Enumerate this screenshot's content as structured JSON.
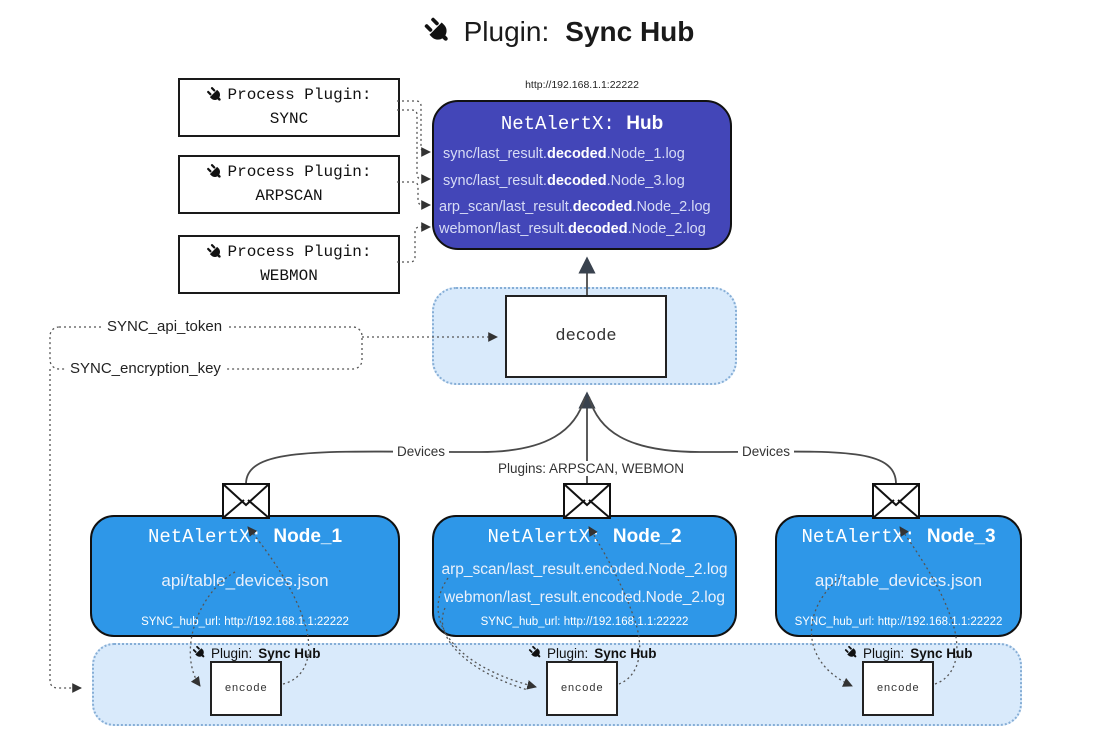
{
  "title": {
    "prefix": "Plugin:",
    "name": "Sync Hub"
  },
  "hub": {
    "url": "http://192.168.1.1:22222",
    "title_prefix": "NetAlertX:",
    "title_name": "Hub",
    "lines": [
      {
        "pre": "sync/last_result.",
        "bold": "decoded",
        "post": ".Node_1.log"
      },
      {
        "pre": "sync/last_result.",
        "bold": "decoded",
        "post": ".Node_3.log"
      },
      {
        "pre": "arp_scan/last_result.",
        "bold": "decoded",
        "post": ".Node_2.log"
      },
      {
        "pre": "webmon/last_result.",
        "bold": "decoded",
        "post": ".Node_2.log"
      }
    ]
  },
  "process_plugins": [
    {
      "label": "Process Plugin:",
      "name": "SYNC"
    },
    {
      "label": "Process Plugin:",
      "name": "ARPSCAN"
    },
    {
      "label": "Process Plugin:",
      "name": "WEBMON"
    }
  ],
  "secrets": {
    "api_token": "SYNC_api_token",
    "encryption_key": "SYNC_encryption_key"
  },
  "decode": {
    "label": "decode"
  },
  "edges": {
    "devices_left": "Devices",
    "devices_right": "Devices",
    "plugins_center": "Plugins: ARPSCAN, WEBMON"
  },
  "nodes": [
    {
      "title_prefix": "NetAlertX:",
      "title_name": "Node_1",
      "line1": "api/table_devices.json",
      "hub_url": "SYNC_hub_url: http://192.168.1.1:22222"
    },
    {
      "title_prefix": "NetAlertX:",
      "title_name": "Node_2",
      "line1": "arp_scan/last_result.encoded.Node_2.log",
      "line2": "webmon/last_result.encoded.Node_2.log",
      "hub_url": "SYNC_hub_url: http://192.168.1.1:22222"
    },
    {
      "title_prefix": "NetAlertX:",
      "title_name": "Node_3",
      "line1": "api/table_devices.json",
      "hub_url": "SYNC_hub_url: http://192.168.1.1:22222"
    }
  ],
  "encoders": [
    {
      "plugin_prefix": "Plugin:",
      "plugin_name": "Sync Hub",
      "label": "encode"
    },
    {
      "plugin_prefix": "Plugin:",
      "plugin_name": "Sync Hub",
      "label": "encode"
    },
    {
      "plugin_prefix": "Plugin:",
      "plugin_name": "Sync Hub",
      "label": "encode"
    }
  ],
  "colors": {
    "hub_bg": "#4346b8",
    "node_bg": "#2e97e8",
    "band_bg": "#d9eafb",
    "band_border": "#86aed6",
    "hub_line_text": "#d7dcf5"
  }
}
